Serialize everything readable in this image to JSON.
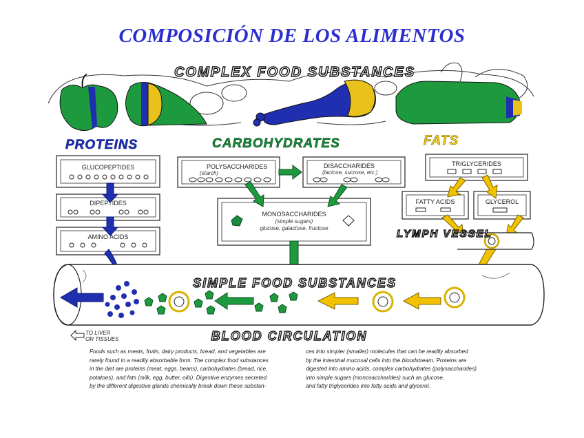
{
  "title": "COMPOSICIÓN DE LOS ALIMENTOS",
  "diagram": {
    "header": "COMPLEX FOOD SUBSTANCES",
    "proteins": {
      "heading": "PROTEINS",
      "boxes": [
        "GLUCOPEPTIDES",
        "DIPEPTIDES",
        "AMINO ACIDS"
      ]
    },
    "carbohydrates": {
      "heading": "CARBOHYDRATES",
      "polysaccharides": {
        "label": "POLYSACCHARIDES",
        "sub": "(starch)"
      },
      "disaccharides": {
        "label": "DISACCHARIDES",
        "sub": "(lactose, sucrose, etc.)"
      },
      "monosaccharides": {
        "label": "MONOSACCHARIDES",
        "sub1": "(simple sugars)",
        "sub2": "glucose, galactose, fructose"
      }
    },
    "fats": {
      "heading": "FATS",
      "boxes": [
        "TRIGLYCERIDES",
        "FATTY ACIDS",
        "GLYCEROL"
      ]
    },
    "lymph_vessel": "LYMPH VESSEL",
    "simple": "SIMPLE FOOD SUBSTANCES",
    "blood": "BLOOD CIRCULATION",
    "liver_line1": "TO LIVER",
    "liver_line2": "OR TISSUES"
  },
  "caption": {
    "left": [
      "Foods such as meats, fruits, dairy products, bread, and vegetables are",
      "rarely found in a readily absorbable form. The complex food substances",
      "in the diet are proteins (meat, eggs, beans), carbohydrates (bread, rice,",
      "potatoes), and fats (milk, egg, butter, oils). Digestive enzymes secreted",
      "by the different digestive glands chemically break down these substan-"
    ],
    "right": [
      "ces into simpler (smaller) molecules that can be readily absorbed",
      "by the intestinal mucosal cells into the bloodstream. Proteins are",
      "digested into amino acids, complex carbohydrates (polysaccharides)",
      "into simple sugars (monosaccharides) such as glucose,",
      "and fatty triglycerides into fatty acids and glycerol."
    ]
  },
  "colors": {
    "title": "#2b2ecf",
    "protein": "#1f2fb0",
    "carbohydrate": "#1a8a3c",
    "fat": "#f2c200",
    "fat_heading": "#f5d21b"
  }
}
